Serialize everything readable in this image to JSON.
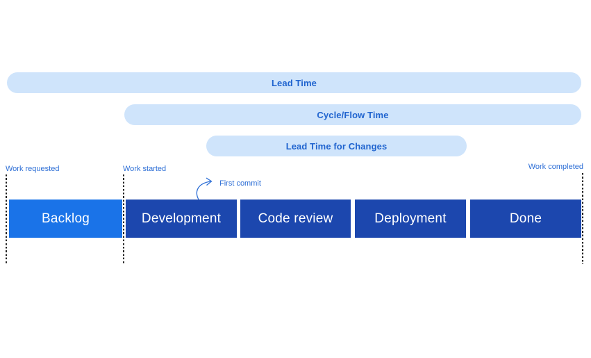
{
  "colors": {
    "background": "#ffffff",
    "pill_bg": "#cfe4fb",
    "pill_text": "#2064cf",
    "marker_text": "#2e6fd6",
    "marker_line": "#222222",
    "annotation": "#2e6fd6",
    "stage_text": "#ffffff",
    "stage_highlight": "#1a73e8",
    "stage_default": "#1c47ae"
  },
  "pills": [
    {
      "label": "Lead Time"
    },
    {
      "label": "Cycle/Flow Time"
    },
    {
      "label": "Lead Time for Changes"
    }
  ],
  "markers": [
    {
      "label": "Work requested"
    },
    {
      "label": "Work started"
    },
    {
      "label": "Work completed"
    }
  ],
  "annotation": {
    "label": "First commit"
  },
  "stages": [
    {
      "label": "Backlog",
      "color": "#1a73e8"
    },
    {
      "label": "Development",
      "color": "#1c47ae"
    },
    {
      "label": "Code review",
      "color": "#1c47ae"
    },
    {
      "label": "Deployment",
      "color": "#1c47ae"
    },
    {
      "label": "Done",
      "color": "#1c47ae"
    }
  ]
}
